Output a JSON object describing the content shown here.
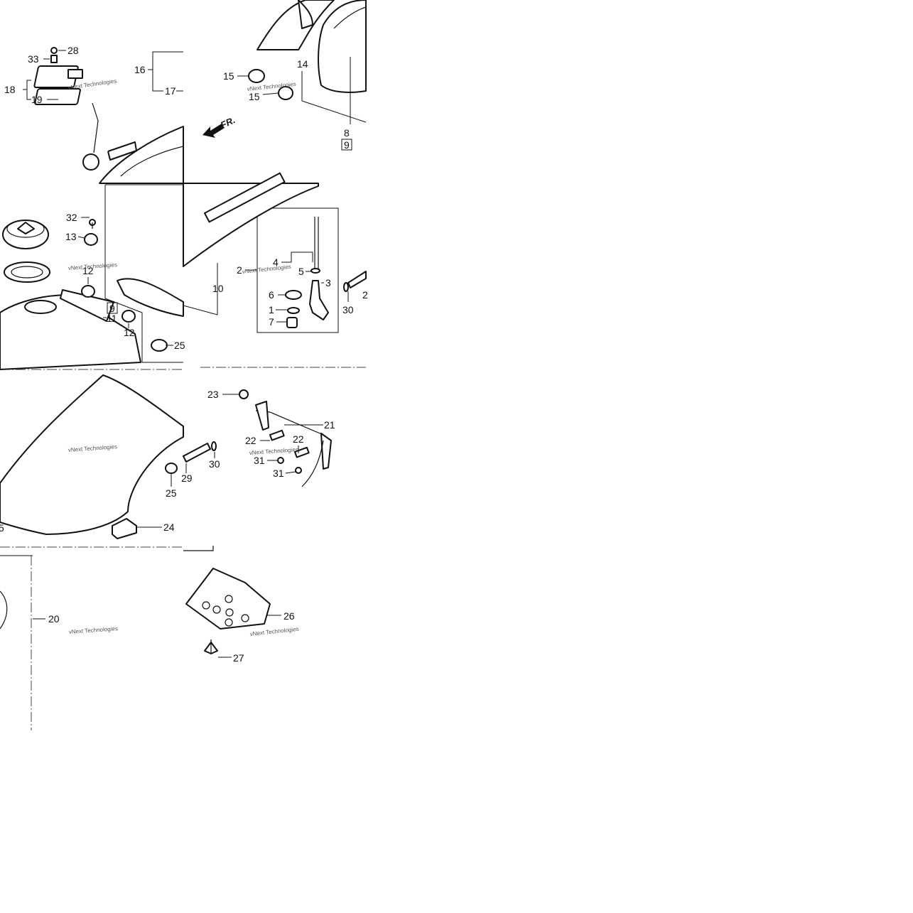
{
  "diagram": {
    "callouts": [
      "28",
      "33",
      "18",
      "19",
      "16",
      "17",
      "14",
      "15",
      "15",
      "8",
      "9",
      "32",
      "13",
      "12",
      "12",
      "11",
      "9",
      "25",
      "2",
      "4",
      "5",
      "3",
      "6",
      "1",
      "7",
      "10",
      "30",
      "2",
      "23",
      "21",
      "22",
      "22",
      "31",
      "31",
      "29",
      "30",
      "25",
      "24",
      "5",
      "20",
      "26",
      "27"
    ],
    "direction_label": "FR.",
    "watermark": "vNext Technologies"
  }
}
